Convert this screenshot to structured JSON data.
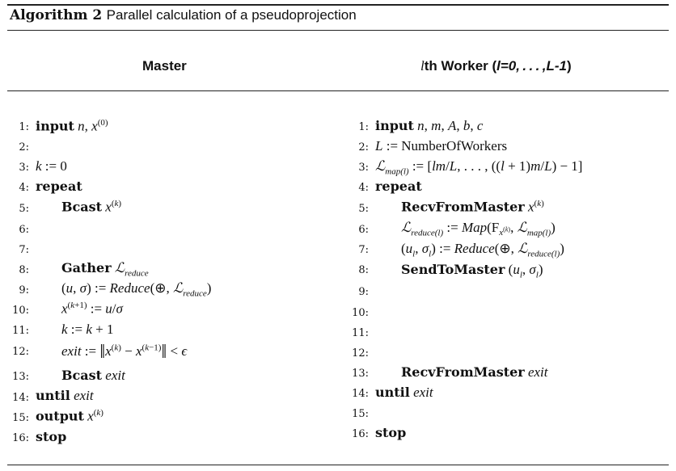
{
  "caption": {
    "label": "Algorithm 2",
    "title": "Parallel calculation of a pseudoprojection"
  },
  "master": {
    "header": "Master",
    "line_numbers": [
      "1:",
      "2:",
      "3:",
      "4:",
      "5:",
      "6:",
      "7:",
      "8:",
      "9:",
      "10:",
      "11:",
      "12:",
      "13:",
      "14:",
      "15:",
      "16:"
    ],
    "kw": {
      "input": "input",
      "repeat": "repeat",
      "bcast": "Bcast",
      "gather": "Gather",
      "until": "until",
      "output": "output",
      "stop": "stop",
      "exit": "exit"
    }
  },
  "worker": {
    "header_prefix": "l",
    "header_th": "th Worker (",
    "header_range": "l=0, . . . ,L-1",
    "header_close": ")",
    "line_numbers": [
      "1:",
      "2:",
      "3:",
      "4:",
      "5:",
      "6:",
      "7:",
      "8:",
      "9:",
      "10:",
      "11:",
      "12:",
      "13:",
      "14:",
      "15:",
      "16:"
    ],
    "kw": {
      "input": "input",
      "numberofworkers": "NumberOfWorkers",
      "repeat": "repeat",
      "recvfrommaster": "RecvFromMaster",
      "sendtomaster": "SendToMaster",
      "until": "until",
      "stop": "stop",
      "exit": "exit"
    }
  }
}
